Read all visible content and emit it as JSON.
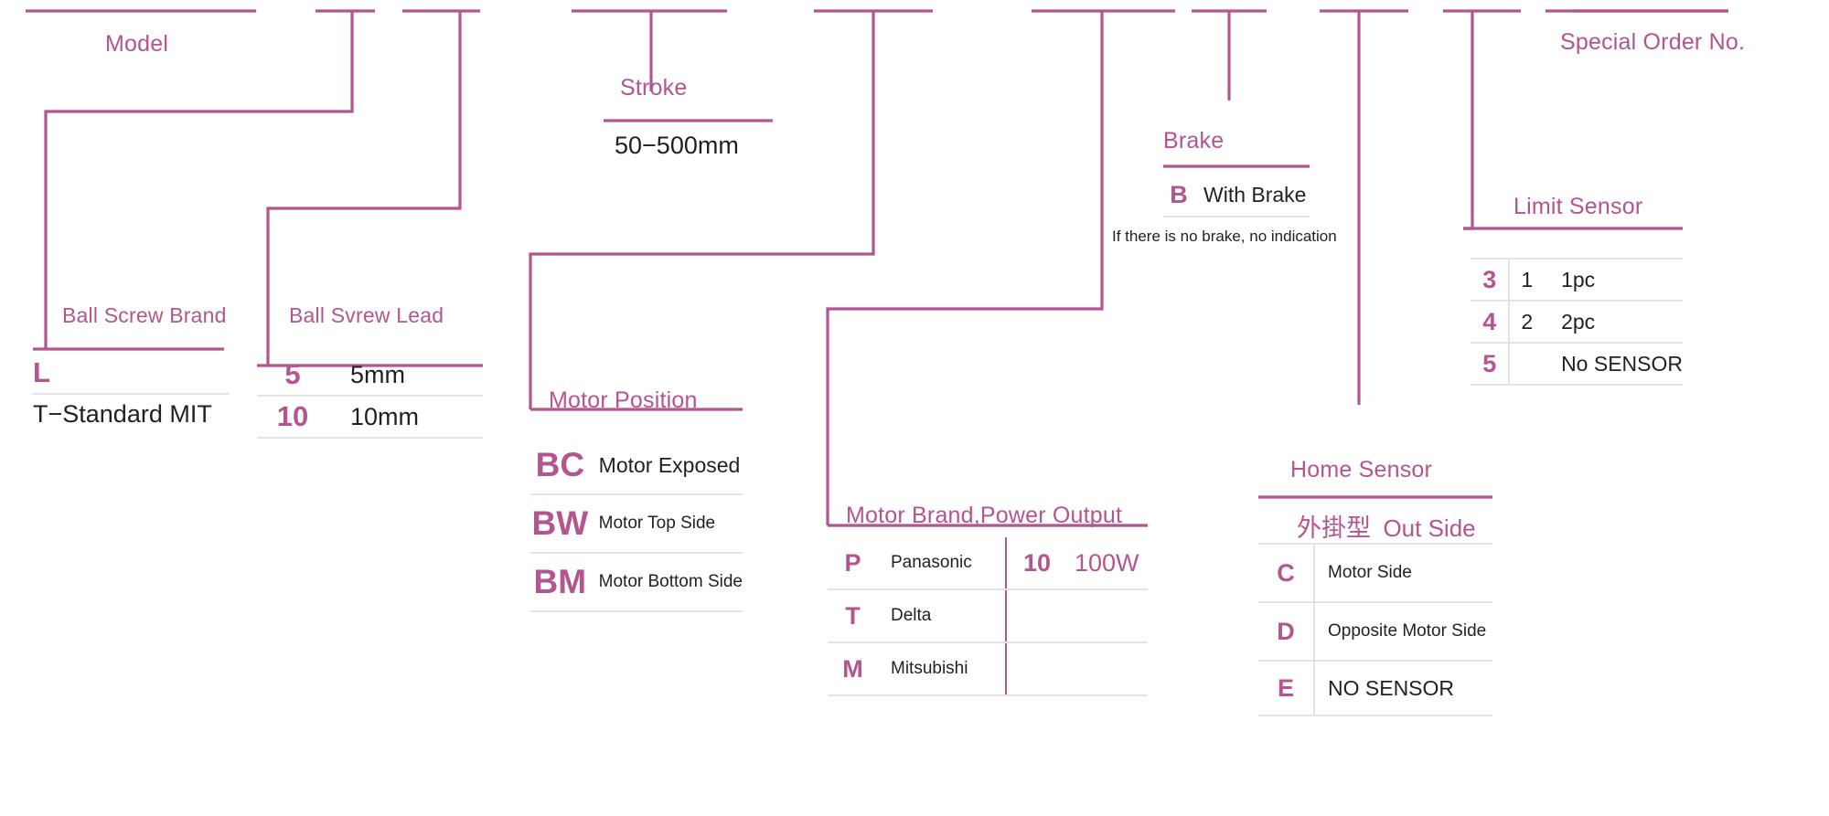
{
  "theme": {
    "accent": "#b3558e",
    "text": "#231f20",
    "rule": "#e3e3e3"
  },
  "diagram": {
    "type": "model-number-configuration",
    "sections": [
      {
        "id": "model",
        "title": "Model",
        "kind": "title-only"
      },
      {
        "id": "ball-screw-brand",
        "title": "Ball Screw Brand",
        "kind": "single-value",
        "code": "L",
        "description": "T−Standard MIT"
      },
      {
        "id": "ball-screw-lead",
        "title": "Ball Svrew Lead",
        "kind": "table",
        "rows": [
          {
            "code": "5",
            "desc": "5mm"
          },
          {
            "code": "10",
            "desc": "10mm"
          }
        ]
      },
      {
        "id": "stroke",
        "title": "Stroke",
        "kind": "free-text",
        "value": "50−500mm"
      },
      {
        "id": "motor-position",
        "title": "Motor Position",
        "kind": "table",
        "rows": [
          {
            "code": "BC",
            "desc": "Motor Exposed",
            "bold": true
          },
          {
            "code": "BW",
            "desc": "Motor Top Side",
            "bold": false
          },
          {
            "code": "BM",
            "desc": "Motor Bottom Side",
            "bold": false
          }
        ]
      },
      {
        "id": "motor-brand-power",
        "title": "Motor Brand,Power Output",
        "kind": "table-2col",
        "rows": [
          {
            "code": "P",
            "desc": "Panasonic",
            "code2": "10",
            "desc2": "100W"
          },
          {
            "code": "T",
            "desc": "Delta",
            "code2": "",
            "desc2": ""
          },
          {
            "code": "M",
            "desc": "Mitsubishi",
            "code2": "",
            "desc2": ""
          }
        ]
      },
      {
        "id": "brake",
        "title": "Brake",
        "kind": "table",
        "rows": [
          {
            "code": "B",
            "desc": "With Brake"
          }
        ],
        "note": "If there is no brake, no indication"
      },
      {
        "id": "home-sensor",
        "title": "Home Sensor",
        "kind": "table",
        "subtitle_cjk": "外掛型",
        "subtitle_en": "Out Side",
        "rows": [
          {
            "code": "C",
            "desc": "Motor Side"
          },
          {
            "code": "D",
            "desc": "Opposite Motor Side"
          },
          {
            "code": "E",
            "desc": "NO SENSOR"
          }
        ]
      },
      {
        "id": "limit-sensor",
        "title": "Limit Sensor",
        "kind": "table-2col",
        "rows": [
          {
            "code": "3",
            "qty": "1",
            "desc": "1pc"
          },
          {
            "code": "4",
            "qty": "2",
            "desc": "2pc"
          },
          {
            "code": "5",
            "qty": "",
            "desc": "No SENSOR"
          }
        ]
      },
      {
        "id": "special-order-no",
        "title": "Special Order No.",
        "kind": "title-only"
      }
    ]
  }
}
